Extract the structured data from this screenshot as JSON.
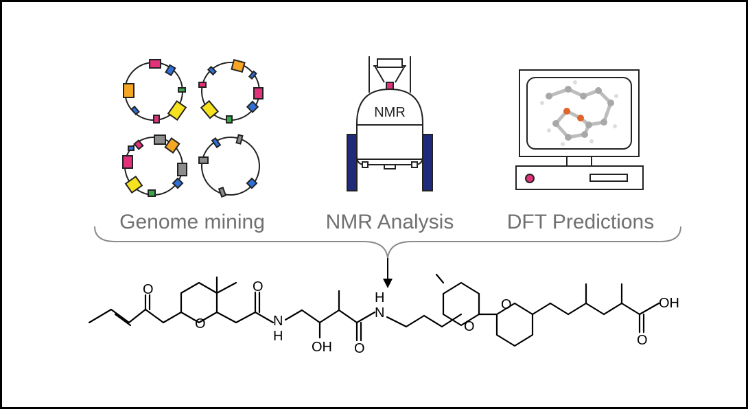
{
  "methods": {
    "genome_mining": "Genome mining",
    "nmr_analysis": "NMR Analysis",
    "dft_predictions": "DFT Predictions"
  },
  "instrument": {
    "magnet_label": "NMR"
  },
  "molecule": {
    "atom_labels": {
      "ketone_o": "O",
      "pyran_o": "O",
      "amide1_o": "O",
      "amide1_nh": "N",
      "amide1_h": "H",
      "hydroxyl": "OH",
      "amide2_o": "O",
      "amide2_nh": "N",
      "amide2_h": "H",
      "spiro_o1": "O",
      "spiro_o2": "O",
      "acid_oh": "OH",
      "acid_o": "O"
    }
  },
  "colors": {
    "magenta": "#e0317a",
    "orange": "#f5a623",
    "yellow": "#f7e21f",
    "blue": "#2f6fd6",
    "green": "#3aa64a",
    "gray": "#8c8c8c",
    "navy": "#1f2a7a",
    "label_gray": "#707070"
  }
}
